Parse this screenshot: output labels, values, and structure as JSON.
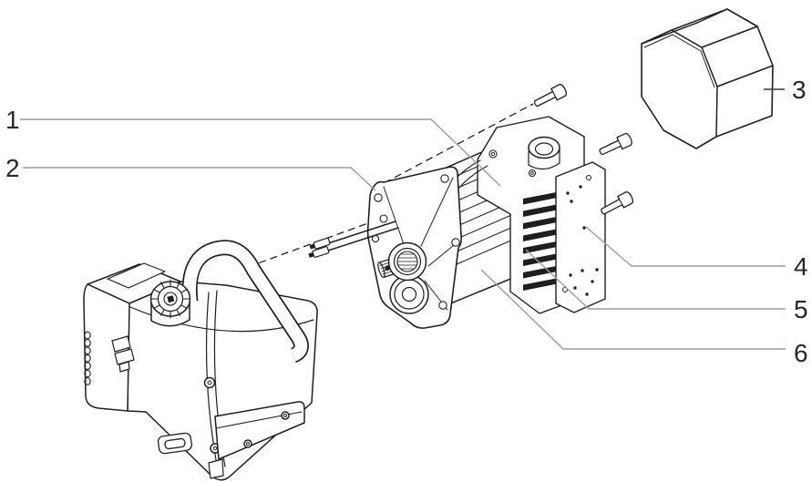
{
  "figure": {
    "type": "exploded-parts-diagram",
    "colors": {
      "background": "#ffffff",
      "line": "#1f1f1f",
      "leader": "#9c9c9c",
      "leader_short": "#3c3c3c",
      "label": "#26262e",
      "fin_fill": "#1f1f1f"
    },
    "callouts": [
      {
        "number": "1"
      },
      {
        "number": "2"
      },
      {
        "number": "3"
      },
      {
        "number": "4"
      },
      {
        "number": "5"
      },
      {
        "number": "6"
      }
    ]
  }
}
